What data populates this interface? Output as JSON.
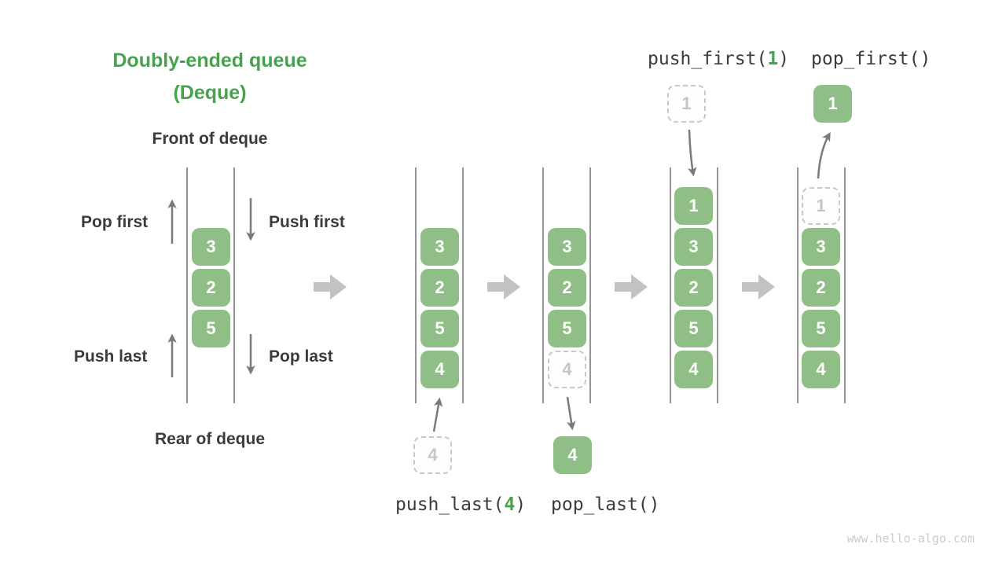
{
  "colors": {
    "accent_green": "#47A24E",
    "cell_green": "#8FBF87"
  },
  "title": {
    "line1": "Doubly-ended queue",
    "line2": "(Deque)"
  },
  "labels": {
    "front": "Front of deque",
    "rear": "Rear of deque",
    "pop_first": "Pop first",
    "push_first": "Push first",
    "push_last": "Push last",
    "pop_last": "Pop last"
  },
  "operations": {
    "push_last": {
      "prefix": "push_last(",
      "arg": "4",
      "suffix": ")"
    },
    "pop_last": {
      "label": "pop_last()"
    },
    "push_first": {
      "prefix": "push_first(",
      "arg": "1",
      "suffix": ")"
    },
    "pop_first": {
      "label": "pop_first()"
    }
  },
  "queues": [
    {
      "cells": [
        {
          "value": "3"
        },
        {
          "value": "2"
        },
        {
          "value": "5"
        }
      ]
    },
    {
      "cells": [
        {
          "value": "3"
        },
        {
          "value": "2"
        },
        {
          "value": "5"
        },
        {
          "value": "4"
        }
      ]
    },
    {
      "cells": [
        {
          "value": "3"
        },
        {
          "value": "2"
        },
        {
          "value": "5"
        },
        {
          "value": "4",
          "ghost": true
        }
      ]
    },
    {
      "cells": [
        {
          "value": "1"
        },
        {
          "value": "3"
        },
        {
          "value": "2"
        },
        {
          "value": "5"
        },
        {
          "value": "4"
        }
      ]
    },
    {
      "cells": [
        {
          "value": "1",
          "ghost": true
        },
        {
          "value": "3"
        },
        {
          "value": "2"
        },
        {
          "value": "5"
        },
        {
          "value": "4"
        }
      ]
    }
  ],
  "floats": {
    "push_last_in": "4",
    "pop_last_out": "4",
    "push_first_in": "1",
    "pop_first_out": "1"
  },
  "watermark": "www.hello-algo.com"
}
